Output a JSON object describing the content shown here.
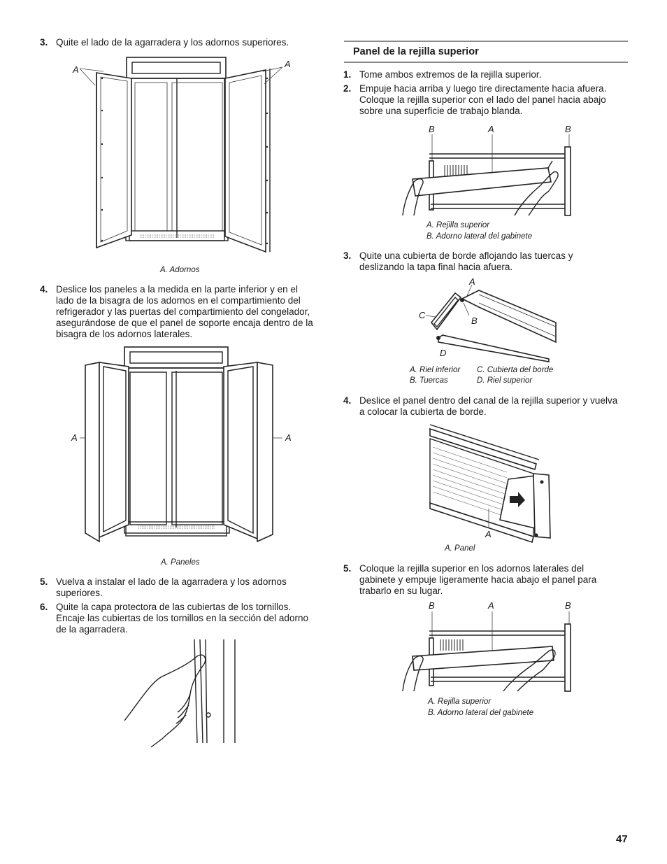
{
  "left": {
    "step3": {
      "num": "3.",
      "text": "Quite el lado de la agarradera y los adornos superiores."
    },
    "fig1": {
      "label_a_left": "A",
      "label_a_right": "A",
      "caption": "A. Adornos"
    },
    "step4": {
      "num": "4.",
      "lines": [
        "Deslice los paneles a la medida en la parte inferior y en el",
        "lado de la bisagra de los adornos en el compartimiento del",
        "refrigerador y las puertas del compartimiento del congelador,",
        "asegurándose de que el panel de soporte encaja dentro de la",
        "bisagra de los adornos laterales."
      ]
    },
    "fig2": {
      "label_a_left": "A",
      "label_a_right": "A",
      "caption": "A. Paneles"
    },
    "step5": {
      "num": "5.",
      "lines": [
        "Vuelva a instalar el lado de la agarradera y los adornos",
        "superiores."
      ]
    },
    "step6": {
      "num": "6.",
      "lines": [
        "Quite la capa protectora de las cubiertas de los tornillos.",
        "Encaje las cubiertas de los tornillos en la sección del adorno",
        "de la agarradera."
      ]
    }
  },
  "right": {
    "section_title": "Panel de la rejilla superior",
    "step1": {
      "num": "1.",
      "text": "Tome ambos extremos de la rejilla superior."
    },
    "step2": {
      "num": "2.",
      "lines": [
        "Empuje hacia arriba y luego tire directamente hacia afuera.",
        "Coloque la rejilla superior con el lado del panel hacia abajo",
        "sobre una superficie de trabajo blanda."
      ]
    },
    "fig3": {
      "label_b_left": "B",
      "label_a": "A",
      "label_b_right": "B",
      "caption_a": "A. Rejilla superior",
      "caption_b": "B. Adorno lateral del gabinete"
    },
    "step3": {
      "num": "3.",
      "lines": [
        "Quite una cubierta de borde aflojando las tuercas y",
        "deslizando la tapa final hacia afuera."
      ]
    },
    "fig4": {
      "label_a": "A",
      "label_b": "B",
      "label_c": "C",
      "label_d": "D",
      "caption_a": "A. Riel inferior",
      "caption_b": "B. Tuercas",
      "caption_c": "C. Cubierta del borde",
      "caption_d": "D. Riel superior"
    },
    "step4": {
      "num": "4.",
      "lines": [
        "Deslice el panel dentro del canal de la rejilla superior y vuelva",
        "a colocar la cubierta de borde."
      ]
    },
    "fig5": {
      "label_a": "A",
      "caption": "A. Panel"
    },
    "step5": {
      "num": "5.",
      "lines": [
        "Coloque la rejilla superior en los adornos laterales del",
        "gabinete y empuje ligeramente hacia abajo el panel para",
        "trabarlo en su lugar."
      ]
    },
    "fig6": {
      "label_b_left": "B",
      "label_a": "A",
      "label_b_right": "B",
      "caption_a": "A. Rejilla superior",
      "caption_b": "B. Adorno lateral del gabinete"
    }
  },
  "page_number": "47"
}
